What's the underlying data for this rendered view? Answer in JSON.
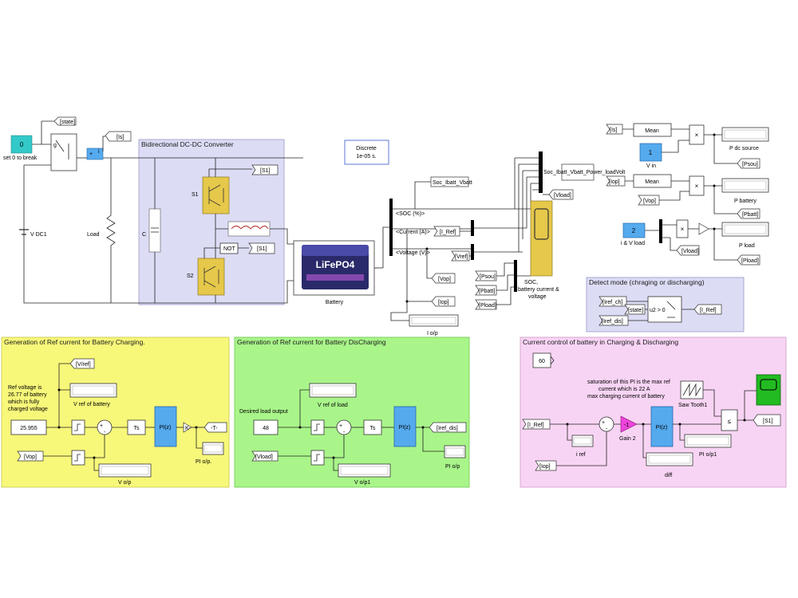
{
  "areas": {
    "converter": {
      "title": "Bidirectional DC-DC Converter",
      "color": "#dcdcf5"
    },
    "detect": {
      "title": "Detect mode (chraging or discharging)",
      "color": "#dcdcf5"
    },
    "charging": {
      "title": "Generation of Ref current for Battery Charging.",
      "color": "#f7f77a"
    },
    "discharging": {
      "title": "Generation of Ref current for Battery DisCharging",
      "color": "#a9f58a"
    },
    "control": {
      "title": "Current control of battery in Charging & Discharging",
      "color": "#f8d4f4"
    }
  },
  "solver": {
    "line1": "Discrete",
    "line2": "1e-05 s."
  },
  "power": {
    "const0": "0",
    "const0_label": "set 0 to break",
    "source_label": "V DC1",
    "load_label": "Load",
    "cap_label": "C",
    "s1_label": "S1",
    "s2_label": "S2",
    "not_label": "NOT",
    "battery_label": "Battery",
    "battery_brand": "LiFePO4",
    "goto_state": "[state]",
    "goto_is": "[Is]",
    "from_s1a": "[S1]",
    "from_s1b": "[S1]",
    "plus": "+",
    "i": "i"
  },
  "battery_bus": {
    "soc": "<SOC (%)>",
    "current": "<Current (A)>",
    "voltage": "<Voltage (V)>",
    "soc_goto": "Soc_Ibatt_Vbatt",
    "iref_from": "[I_Ref]",
    "vref_from": "[Vref]",
    "vop_goto": "[Vop]",
    "iop_goto": "[Iop]",
    "io_label": "I o/p",
    "vload_goto": "[Vload]",
    "mux_goto": "Soc_Ibatt_Vbatt_Power_loadVolt",
    "psou_from": "[Psou]",
    "pbatt_from": "[Pbatt]",
    "pload_from": "[Pload]",
    "scope_label": "SOC, battery current & voltage"
  },
  "power_calc": {
    "is_from": "[Is]",
    "mean1": "Mean",
    "vin_const": "1",
    "vin_label": "V in",
    "mult1": "×",
    "p_dc_label": "P dc source",
    "psou_goto": "[Psou]",
    "iop_from": "[Iop]",
    "mean2": "Mean",
    "vop_from": "[Vop]",
    "mult2": "×",
    "p_batt_label": "P battery",
    "pbatt_goto": "[Pbatt]",
    "const2": "2",
    "iv_label": "i & V load",
    "mult3": "×",
    "vload_goto": "[Vload]",
    "p_load_label": "P load",
    "pload_goto": "[Pload]"
  },
  "detect": {
    "iref_ch": "[Iref_ch]",
    "state": "[state]",
    "cond": "u2 > 0",
    "iref_dis": "[Iref_dis]",
    "iref_goto": "[I_Ref]"
  },
  "charging": {
    "vref_goto": "[V/ref]",
    "vref_display": "V ref of battery",
    "note": "Ref voltage is 26.77 of battery which is fully charged voltage",
    "const": "25.955",
    "vop_from": "[Vop]",
    "ts": "Ts",
    "pi": "PI(z)",
    "gain": "K-",
    "goto": "-T-",
    "pi_out": "PI o/p.",
    "vout": "V o/p",
    "plus": "+",
    "minus": "-"
  },
  "discharging": {
    "vref_display": "V ref of load",
    "note": "Desired load output",
    "const": "48",
    "vload_from": "[Vload]",
    "ts": "Ts",
    "pi": "PI(z)",
    "goto": "[Iref_dis]",
    "pi_out": "PI o/p",
    "vout": "V o/p1",
    "plus": "+",
    "minus": "-"
  },
  "control": {
    "const60": "60",
    "note": "saturation of this PI is the max ref current which is 22 A max charging current of battery",
    "iref_from": "[I_Ref]",
    "iref_display": "i ref",
    "iop_from": "[Iop]",
    "gain": "-1",
    "gain_label": "Gain 2",
    "pi": "PI(z)",
    "pi_out": "PI o/p1",
    "diff_label": "diff",
    "saw": "Saw Tooth1",
    "rel": "≤",
    "s1_goto": "[S1]",
    "plus": "+",
    "minus": "-"
  }
}
